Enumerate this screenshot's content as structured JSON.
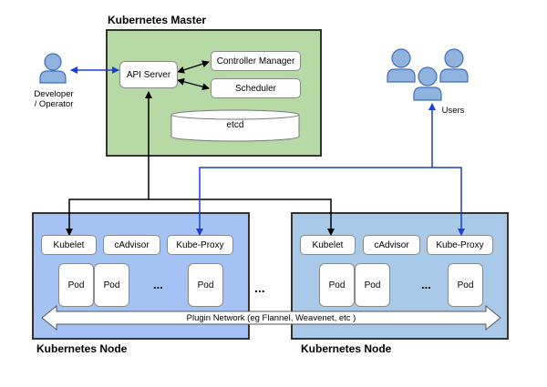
{
  "master": {
    "title": "Kubernetes Master",
    "api_server": "API Server",
    "controller_manager": "Controller Manager",
    "scheduler": "Scheduler",
    "etcd": "etcd"
  },
  "developer": {
    "label_line1": "Developer",
    "label_line2": "/ Operator"
  },
  "users": {
    "label": "Users"
  },
  "node_left": {
    "title": "Kubernetes Node",
    "kubelet": "Kubelet",
    "cadvisor": "cAdvisor",
    "kube_proxy": "Kube-Proxy",
    "pods": [
      "Pod",
      "Pod",
      "Pod"
    ],
    "ellipsis": "..."
  },
  "node_right": {
    "title": "Kubernetes Node",
    "kubelet": "Kubelet",
    "cadvisor": "cAdvisor",
    "kube_proxy": "Kube-Proxy",
    "pods": [
      "Pod",
      "Pod",
      "Pod"
    ],
    "ellipsis": "..."
  },
  "between_nodes_ellipsis": "...",
  "plugin_network": "Plugin Network (eg Flannel, Weavenet, etc )",
  "colors": {
    "master_fill": "#b7d9a6",
    "node_fill_left": "#a4c2f4",
    "node_fill_right": "#a9c9e8",
    "blue_connector": "#1a3fd6",
    "person_fill": "#8fb2de",
    "person_stroke": "#3d6fb5"
  }
}
